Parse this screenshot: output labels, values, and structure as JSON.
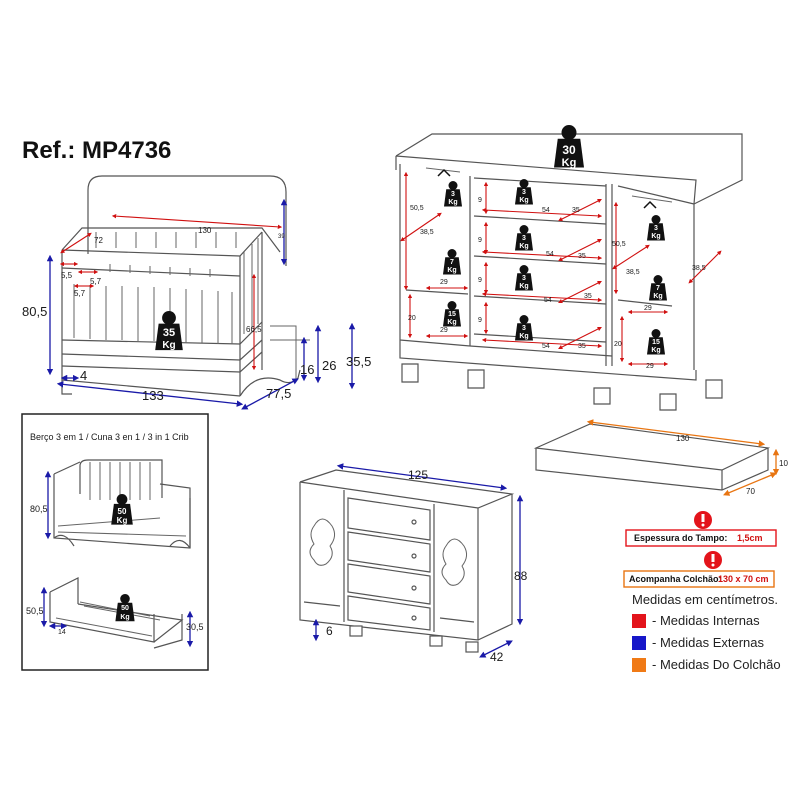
{
  "reference": "Ref.: MP4736",
  "crib": {
    "dims": {
      "length": "130",
      "width_inner": "72",
      "headboard_gap": "39",
      "height_total": "80,5",
      "rail_gap_a": "5,5",
      "rail_gap_b": "5,7",
      "rail_gap_c": "5,7",
      "inner_height": "66,5",
      "base_height": "26",
      "mattress_base": "16",
      "mattress_total": "35,5",
      "foot": "4",
      "outer_length": "133",
      "outer_width": "77,5"
    },
    "weight": {
      "value": "35",
      "unit": "Kg"
    }
  },
  "conversion": {
    "title": "Berço 3 em 1 / Cuna 3 en 1 / 3 in 1 Crib",
    "bed1": {
      "height": "80,5",
      "weight": "50",
      "unit": "Kg"
    },
    "bed2": {
      "height": "50,5",
      "side": "30,5",
      "foot": "14",
      "weight": "50",
      "unit": "Kg"
    }
  },
  "dresser_interior": {
    "top_weight": {
      "value": "30",
      "unit": "Kg"
    },
    "left": {
      "height_a": "50,5",
      "depth": "38,5",
      "shelf_height": "20",
      "shelf_width": "29",
      "hanger_weight": "3",
      "shelf_weight_a": "7",
      "shelf_weight_b": "15"
    },
    "drawers": [
      {
        "height": "9",
        "width": "54",
        "depth": "35",
        "weight": "3"
      },
      {
        "height": "9",
        "width": "54",
        "depth": "35",
        "weight": "3"
      },
      {
        "height": "9",
        "width": "54",
        "depth": "35",
        "weight": "3"
      },
      {
        "height": "9",
        "width": "54",
        "depth": "35",
        "weight": "3"
      }
    ],
    "right": {
      "height_a": "50,5",
      "depth_a": "38,5",
      "depth_b": "38,5",
      "shelf_height": "20",
      "shelf_width": "29",
      "hanger_weight": "3",
      "shelf_weight_a": "7",
      "shelf_weight_b": "15"
    },
    "unit": "Kg"
  },
  "mattress": {
    "length": "130",
    "width": "70",
    "height": "10"
  },
  "dresser_front": {
    "width": "125",
    "height": "88",
    "depth": "42",
    "foot": "6"
  },
  "notes": {
    "top_thickness_label": "Espessura do Tampo:",
    "top_thickness_value": "1,5cm",
    "mattress_label": "Acompanha Colchão:",
    "mattress_value": "130 x 70 cm",
    "units_title": "Medidas em centímetros."
  },
  "legend": [
    {
      "label": "- Medidas Internas",
      "color": "#e3141b"
    },
    {
      "label": "- Medidas Externas",
      "color": "#1717c9"
    },
    {
      "label": "- Medidas Do Colchão",
      "color": "#f07a16"
    }
  ],
  "colors": {
    "external": "#1a1aa8",
    "internal": "#d01010",
    "mattress": "#e87512",
    "weight_badge": "#111111",
    "alert": "#e3141b"
  },
  "icons": {
    "weight": "weight-icon",
    "alert": "alert-icon",
    "hanger": "hanger-icon"
  }
}
